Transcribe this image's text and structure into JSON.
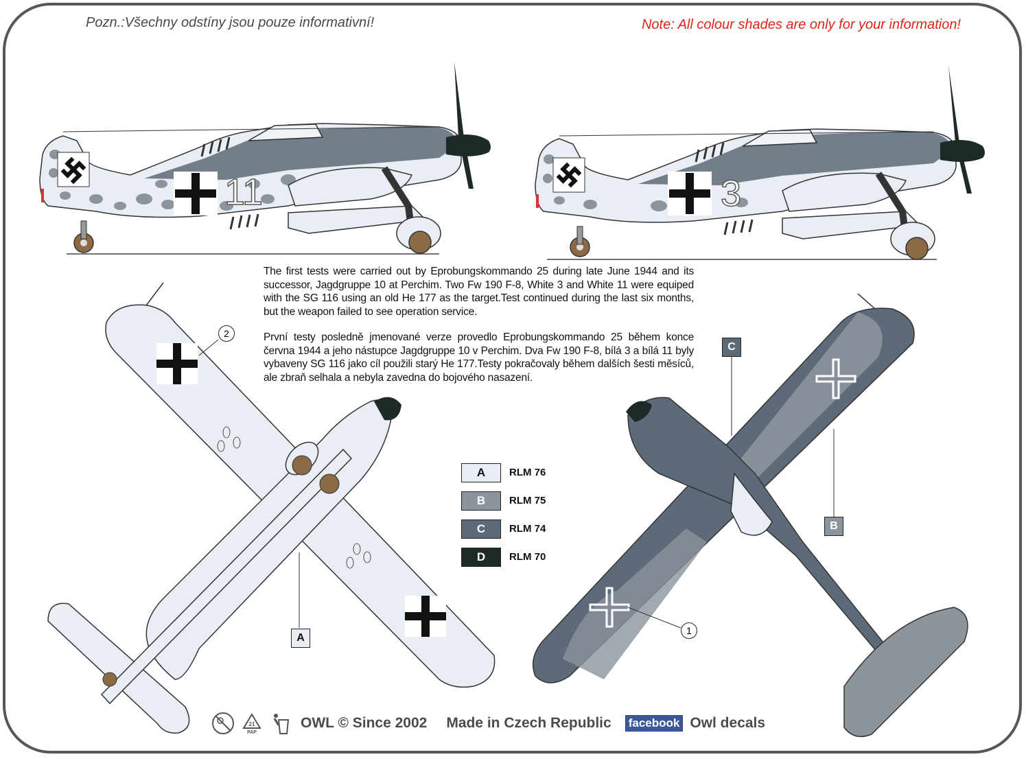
{
  "notes": {
    "czech": "Pozn.:Všechny odstíny jsou pouze informativní!",
    "english": "Note: All colour shades are only for your information!"
  },
  "description": {
    "english": "The first tests were carried out by Eprobungskommando 25 during late June 1944 and its successor, Jagdgruppe 10 at Perchim. Two Fw 190 F-8, White 3 and White 11 were equiped with the SG 116 using an old He 177 as the target.Test continued during the last six months, but the weapon failed to see operation service.",
    "czech": "První testy posledně jmenované verze provedlo Eprobungskommando 25 během konce června 1944 a jeho nástupce Jagdgruppe 10 v Perchim. Dva Fw 190 F-8, bílá 3 a bílá 11 byly vybaveny SG 116 jako cíl použili starý He 177.Testy pokračovaly během dalších šesti měsíců, ale zbraň selhala a nebyla zavedna do bojového nasazení."
  },
  "aircraft": {
    "left_profile_number": "11",
    "right_profile_number": "3"
  },
  "legend": [
    {
      "code": "A",
      "name": "RLM 76",
      "color": "#e8eef4",
      "text_color": "#111111"
    },
    {
      "code": "B",
      "name": "RLM 75",
      "color": "#8c949c",
      "text_color": "#ffffff"
    },
    {
      "code": "C",
      "name": "RLM 74",
      "color": "#5d6a77",
      "text_color": "#ffffff"
    },
    {
      "code": "D",
      "name": "RLM 70",
      "color": "#1e2a28",
      "text_color": "#ffffff"
    }
  ],
  "callouts": {
    "a": "A",
    "b": "B",
    "c": "C",
    "num1": "1",
    "num2": "2"
  },
  "footer": {
    "copyright": "OWL © Since  2002",
    "made_in": "Made in Czech Republic",
    "facebook": "facebook",
    "owl_decals": "Owl decals",
    "recycle_label": "21",
    "recycle_sub": "PAP",
    "icons": [
      "age-warning-icon",
      "recycle-icon",
      "bin-icon"
    ]
  }
}
